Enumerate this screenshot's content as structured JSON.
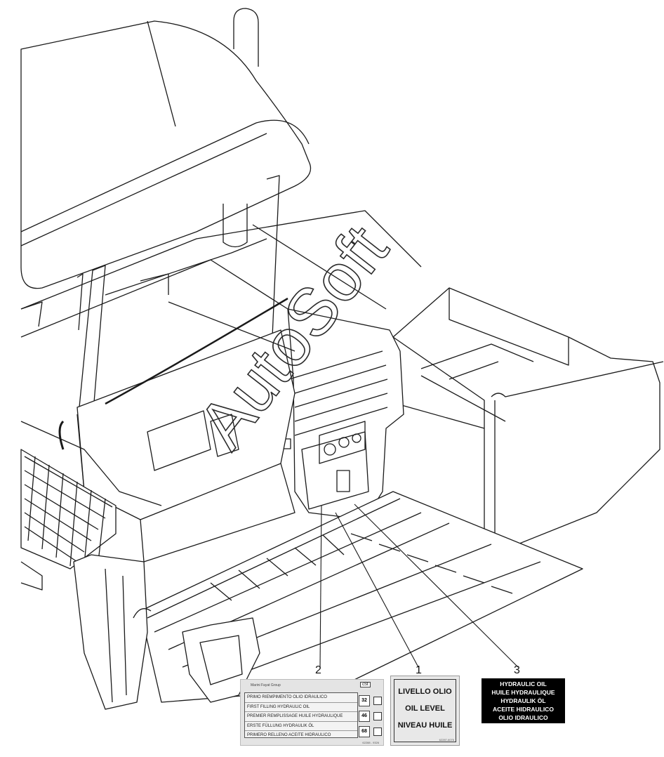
{
  "watermark": "AutoSoft",
  "callouts": [
    "2",
    "1",
    "3"
  ],
  "decal_2": {
    "brand": "Marini Fayat Group",
    "viscosity_label": "cSt",
    "lines": [
      "PRIMO RIEMPIMENTO OLIO IDRAULICO",
      "FIRST FILLING HYDRAULIC OIL",
      "PREMIER REMPLISSAGE HUILE HYDRAULIQUE",
      "ERSTE FÜLLUNG HYDRAULIK ÖL",
      "PRIMERO RELLENO ACEITE HIDRAULICO"
    ],
    "grades": [
      "32",
      "46",
      "68"
    ],
    "part_number": "62288 - 9326"
  },
  "decal_1": {
    "lines": [
      "LIVELLO OLIO",
      "OIL LEVEL",
      "NIVEAU HUILE"
    ],
    "part_number": "62287-6076"
  },
  "decal_3": {
    "lines": [
      "HYDRAULIC OIL",
      "HUILE HYDRAULIQUE",
      "HYDRAULIK ÖL",
      "ACEITE HIDRAULICO",
      "OLIO  IDRAULICO"
    ]
  },
  "colors": {
    "ink": "#1a1a1a",
    "decal_bg": "#e6e6e6",
    "decal3_bg": "#000000"
  }
}
